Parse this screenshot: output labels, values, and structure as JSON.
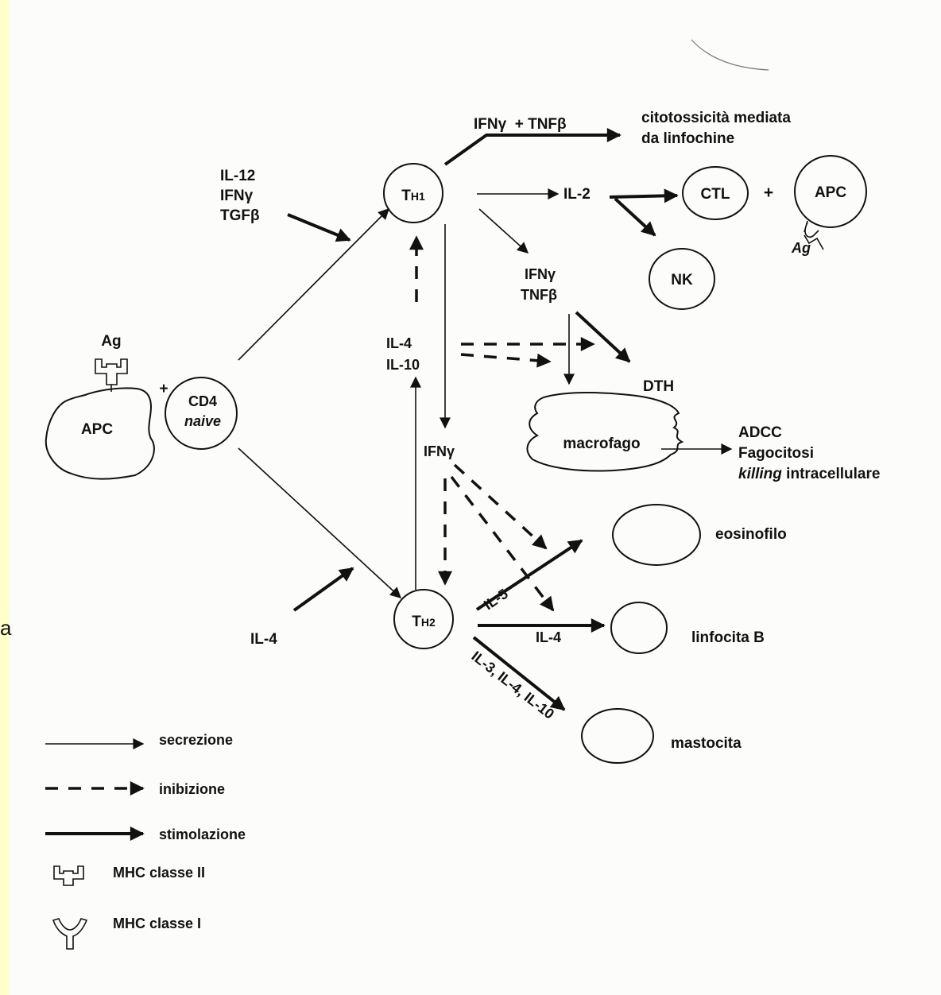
{
  "colors": {
    "frame": "#ffffcc",
    "paper": "#fcfcfa",
    "ink": "#111111"
  },
  "cells": {
    "th1": {
      "main": "T",
      "sub": "H1"
    },
    "th2": {
      "main": "T",
      "sub": "H2"
    },
    "apc_left": "APC",
    "cd4": {
      "line1": "CD4",
      "line2": "naive"
    },
    "ctl": "CTL",
    "apc_right": "APC",
    "nk": "NK",
    "macrofago": "macrofago"
  },
  "labels": {
    "ag_left": "Ag",
    "ag_right": "Ag",
    "plus_left": "+",
    "plus_right": "+",
    "il12": "IL-12",
    "ifng_in": "IFNγ",
    "tgfb": "TGFβ",
    "il4_in": "IL-4",
    "ifng_tnfb_top": "IFNγ  + TNFβ",
    "citotox_1": "citotossicità mediata",
    "citotox_2": "da linfochine",
    "il2": "IL-2",
    "ifng_mid": "IFNγ",
    "tnfb_mid": "TNFβ",
    "il4_mid": "IL-4",
    "il10_mid": "IL-10",
    "dth": "DTH",
    "ifng_low": "IFNγ",
    "adcc": "ADCC",
    "fagocitosi": "Fagocitosi",
    "killing_em": "killing",
    "killing_rest": " intracellulare",
    "il5": "IL-5",
    "il4_lb": "IL-4",
    "il3_il4_il10": "IL-3, IL-4, IL-10",
    "eosinofilo": "eosinofilo",
    "linfocita_b": "linfocita B",
    "mastocita": "mastocita"
  },
  "legend": {
    "secrezione": "secrezione",
    "inibizione": "inibizione",
    "stimolazione": "stimolazione",
    "mhc2": "MHC classe II",
    "mhc1": "MHC classe I"
  },
  "edge_mark": "a"
}
